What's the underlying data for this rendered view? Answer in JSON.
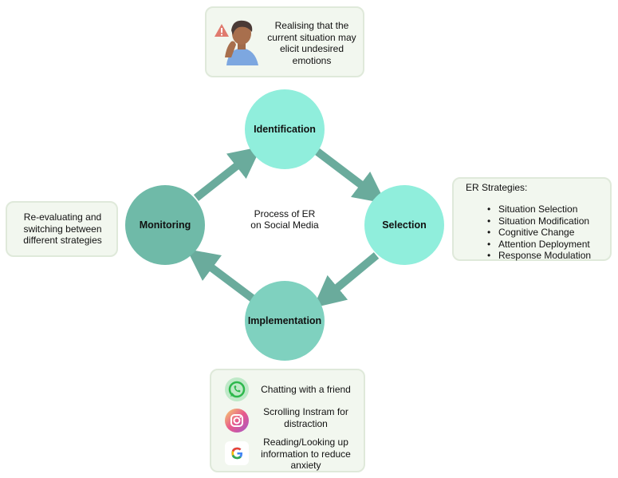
{
  "top_box": {
    "text": "Realising that the current situation may elicit undesired emotions"
  },
  "left_box": {
    "text": "Re-evaluating and switching between different strategies"
  },
  "right_box": {
    "title": "ER Strategies:",
    "items": [
      "Situation Selection",
      "Situation Modification",
      "Cognitive Change",
      "Attention Deployment",
      "Response Modulation"
    ]
  },
  "bottom_box": {
    "items": [
      {
        "icon": "whatsapp-icon",
        "label": "Chatting with a friend"
      },
      {
        "icon": "instagram-icon",
        "label": "Scrolling Instram for distraction"
      },
      {
        "icon": "google-icon",
        "label": "Reading/Looking up information to reduce anxiety"
      }
    ]
  },
  "nodes": {
    "identification": "Identification",
    "selection": "Selection",
    "implementation": "Implementation",
    "monitoring": "Monitoring"
  },
  "center_label": "Process of ER on Social Media",
  "colors": {
    "identification": "#90eedc",
    "selection": "#90eedc",
    "implementation": "#7fd1bf",
    "monitoring": "#6fbaa8",
    "arrow": "#6aab9c",
    "box_bg": "#f2f7ef",
    "warning": "#e07a6e"
  }
}
